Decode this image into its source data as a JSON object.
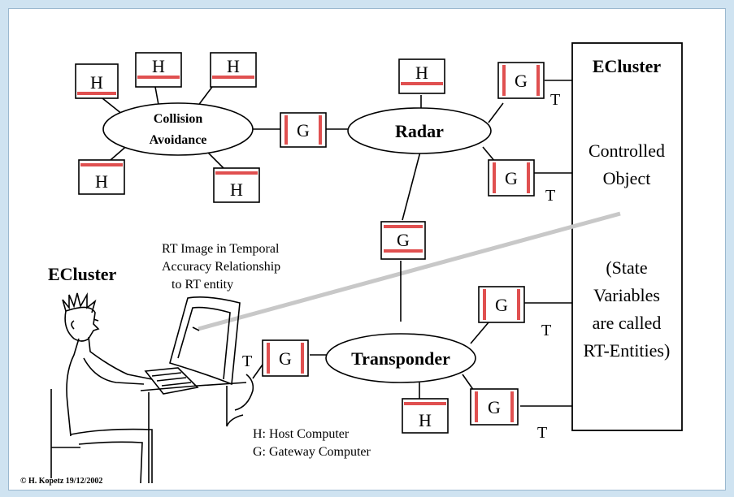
{
  "colors": {
    "background": "#cfe3f1",
    "accent_bar": "#e05050",
    "sight_line": "#c8c8c8"
  },
  "labels": {
    "host": "H",
    "gateway": "G",
    "terminal": "T"
  },
  "nodes": {
    "collision_line1": "Collision",
    "collision_line2": "Avoidance",
    "radar": "Radar",
    "transponder": "Transponder"
  },
  "cluster_right": {
    "title": "ECluster",
    "line1": "Controlled",
    "line2": "Object",
    "line3": "(State",
    "line4": "Variables",
    "line5": "are called",
    "line6": "RT-Entities)"
  },
  "cluster_left": {
    "title": "ECluster"
  },
  "rt_image": {
    "line1": "RT Image in Temporal",
    "line2": "Accuracy Relationship",
    "line3": "to RT entity"
  },
  "legend": {
    "host": "H: Host Computer",
    "gateway": "G: Gateway Computer"
  },
  "copyright": "© H. Kopetz  19/12/2002"
}
